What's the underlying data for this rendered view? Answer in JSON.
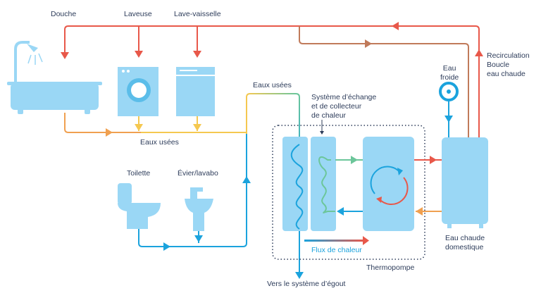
{
  "labels": {
    "douche": "Douche",
    "laveuse": "Laveuse",
    "lave_vaisselle": "Lave-vaisselle",
    "eaux_usees_top": "Eaux usées",
    "eaux_usees_bottom": "Eaux usées",
    "echange": "Système d’échange\net de collecteur\nde chaleur",
    "recirculation": "Recirculation\nBoucle\neau chaude",
    "eau_froide": "Eau\nfroide",
    "toilette": "Toilette",
    "evier": "Évier/lavabo",
    "flux": "Flux de chaleur",
    "thermopompe": "Thermopompe",
    "eau_chaude": "Eau chaude\ndomestique",
    "egout": "Vers le système d’égout"
  },
  "colors": {
    "hot": "#e8584a",
    "cold": "#1ba3dd",
    "fixture": "#9ad7f5",
    "waste_orange": "#f0a050",
    "waste_yellow": "#f5c850",
    "waste_green": "#6cc69a",
    "recirc": "#c07a5a",
    "text": "#2d3c5a"
  }
}
